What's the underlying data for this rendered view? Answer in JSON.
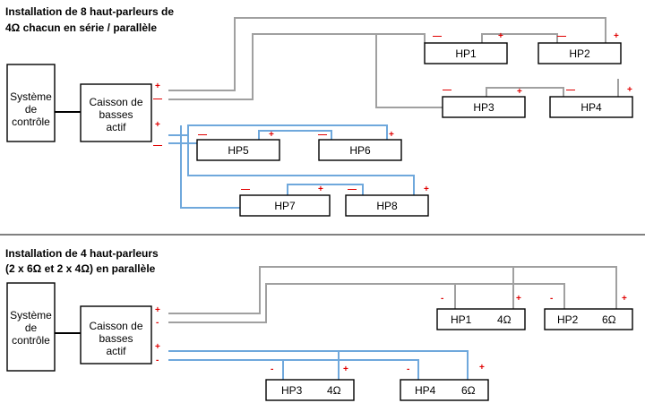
{
  "diagram1": {
    "title_line1": "Installation de 8 haut-parleurs de",
    "title_line2": "4Ω chacun en série / parallèle",
    "control": [
      "Système",
      "de",
      "contrôle"
    ],
    "sub": [
      "Caisson de",
      "basses",
      "actif"
    ],
    "speakers": [
      "HP1",
      "HP2",
      "HP3",
      "HP4",
      "HP5",
      "HP6",
      "HP7",
      "HP8"
    ]
  },
  "diagram2": {
    "title_line1": "Installation de 4 haut-parleurs",
    "title_line2": "(2 x 6Ω et 2 x 4Ω) en parallèle",
    "control": [
      "Système",
      "de",
      "contrôle"
    ],
    "sub": [
      "Caisson de",
      "basses",
      "actif"
    ],
    "speakers": [
      {
        "name": "HP1",
        "ohm": "4Ω"
      },
      {
        "name": "HP2",
        "ohm": "6Ω"
      },
      {
        "name": "HP3",
        "ohm": "4Ω"
      },
      {
        "name": "HP4",
        "ohm": "6Ω"
      }
    ]
  },
  "signs": {
    "plus": "+",
    "minus_long": "—",
    "minus_short": "-"
  },
  "colors": {
    "wire_gray": "#a0a0a0",
    "wire_blue": "#6fa8dc",
    "polarity": "#e00000",
    "divider": "#000000"
  }
}
